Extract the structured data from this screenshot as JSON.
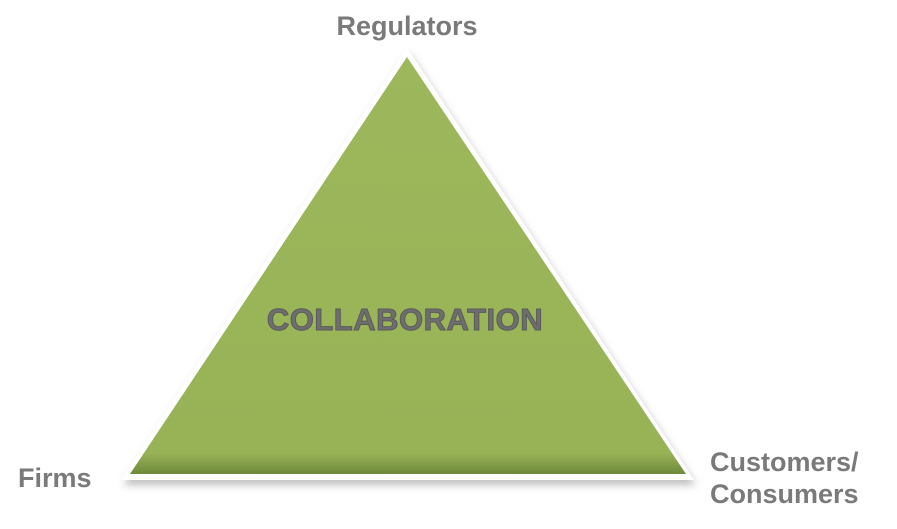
{
  "diagram": {
    "center_label": "COLLABORATION",
    "vertices": {
      "top": "Regulators",
      "bottom_left": "Firms",
      "bottom_right_line1": "Customers/",
      "bottom_right_line2": "Consumers"
    },
    "colors": {
      "triangle_fill": "#9BB55A",
      "triangle_edge": "#6E8A3A",
      "label_text": "#7A7A7A"
    }
  }
}
